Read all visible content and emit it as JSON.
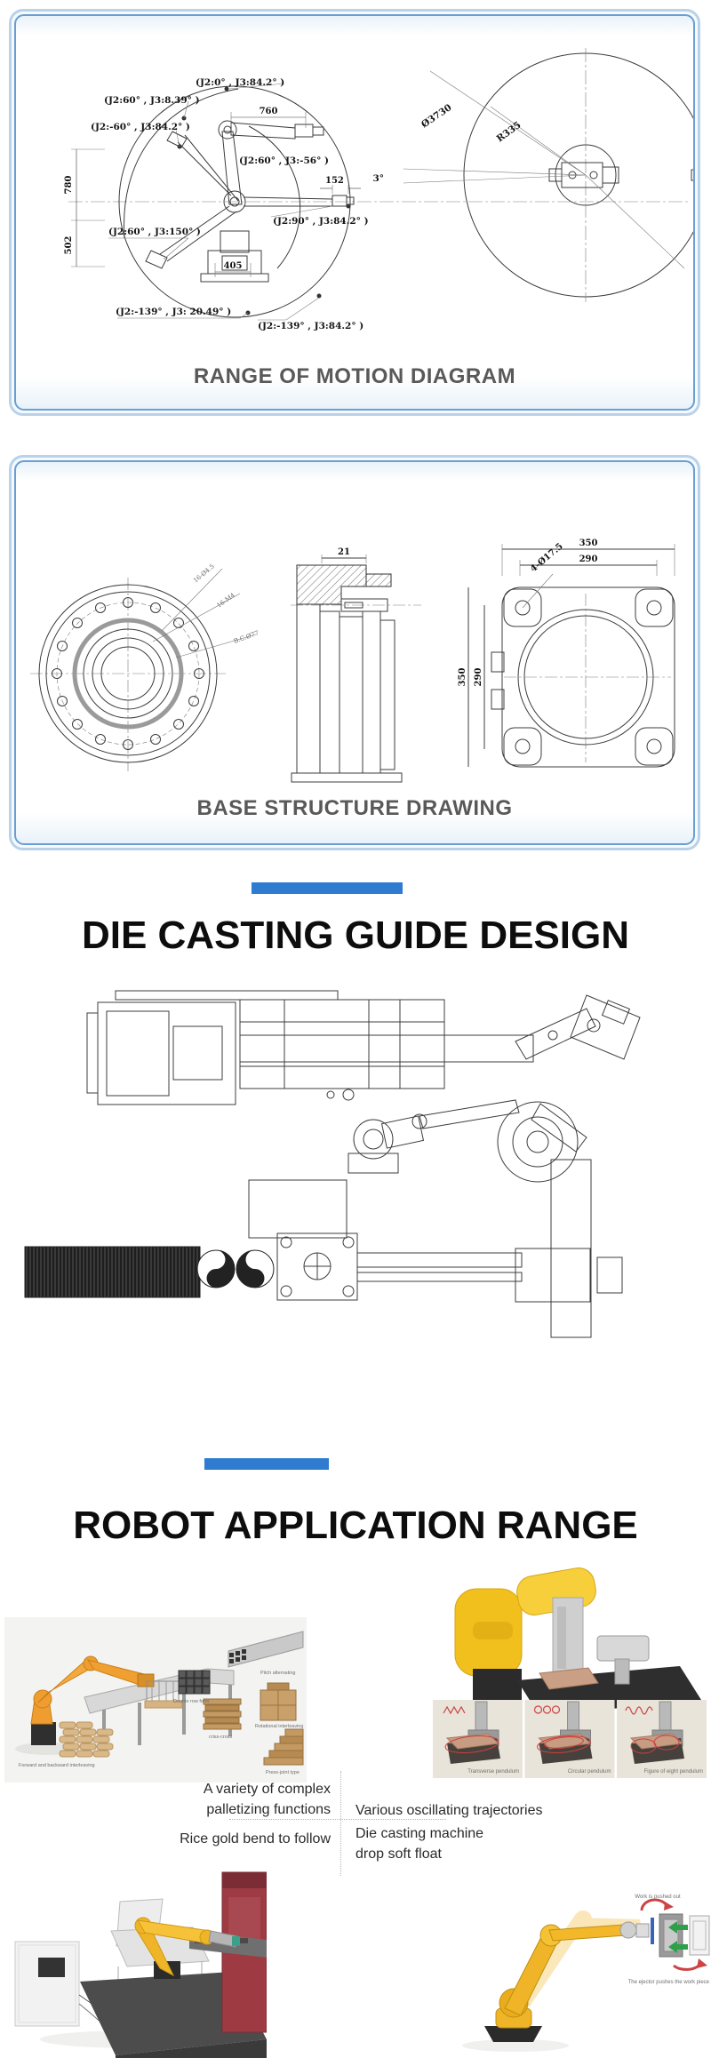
{
  "headings": {
    "die_casting": "DIE CASTING GUIDE DESIGN",
    "applications": "ROBOT APPLICATION RANGE"
  },
  "cards": {
    "motion": {
      "caption": "RANGE OF MOTION DIAGRAM"
    },
    "base": {
      "caption": "BASE STRUCTURE DRAWING"
    }
  },
  "motion": {
    "pose_labels": [
      "(J2:0° , J3:84.2° )",
      "(J2:60° , J3:8.39° )",
      "(J2:-60° , J3:84.2° )",
      "(J2:60° , J3:-56° )",
      "(J2:60° , J3:150° )",
      "(J2:90° , J3:84.2° )",
      "(J2:-139° , J3: 20.49° )",
      "(J2:-139° , J3:84.2° )"
    ],
    "dims": {
      "reach": "760",
      "upper": "780",
      "lower": "502",
      "base": "405",
      "wrist": "152",
      "diameter": "Ø3730",
      "radius": "R335",
      "angle": "3°"
    }
  },
  "base": {
    "dims": {
      "top_outer": "350",
      "top_inner": "290",
      "left_outer": "350",
      "left_inner": "290",
      "corner_holes": "4-Ø17.5",
      "section_width": "21"
    },
    "flange_notes": [
      "16-Ø4.5",
      "16-M4",
      "B.C.Ø77"
    ]
  },
  "applications": {
    "captions": {
      "palletizing": "A variety of complex palletizing functions",
      "oscillating": "Various oscillating trajectories",
      "bending": "Rice gold bend to follow",
      "die_casting": "Die casting machine drop soft float"
    },
    "palletizing_labels": [
      "Forward and backward interleaving",
      "Double row form",
      "Pitch alternating",
      "criss-cross",
      "Rotational interleaving",
      "Press-joint type"
    ],
    "pendulum_labels": [
      "Transverse pendulum",
      "Circular pendulum",
      "Figure of eight pendulum"
    ],
    "ejector_labels": [
      "Work is pushed out",
      "The ejector pushes the work piece"
    ]
  },
  "colors": {
    "divider_blue": "#2e7bcf",
    "card_border_outer": "#b9d2ea",
    "card_border_inner": "#699fd2",
    "caption_gray": "#595959",
    "robot_yellow": "#f2bc25",
    "robot_orange": "#ef9d30",
    "press_red": "#9e3a42"
  }
}
